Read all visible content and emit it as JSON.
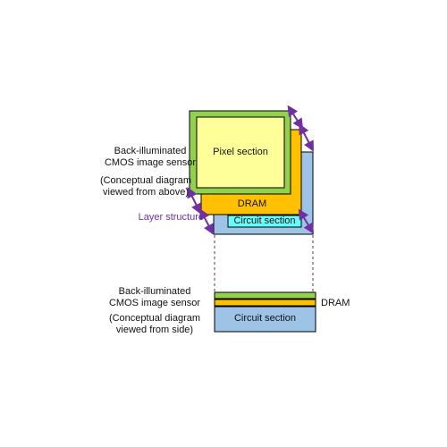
{
  "top_view": {
    "caption_line1": "Back-illuminated",
    "caption_line2": "CMOS image sensor",
    "subcaption_line1": "(Conceptual diagram",
    "subcaption_line2": "viewed from above)",
    "pixel_label": "Pixel section",
    "dram_label": "DRAM",
    "circuit_label": "Circuit section",
    "layer_label": "Layer structure"
  },
  "side_view": {
    "caption_line1": "Back-illuminated",
    "caption_line2": "CMOS image sensor",
    "subcaption_line1": "(Conceptual diagram",
    "subcaption_line2": "viewed from side)",
    "circuit_label": "Circuit section",
    "dram_label": "DRAM"
  },
  "colors": {
    "pixel_green": "#92d050",
    "pixel_yellow": "#ffff99",
    "dram_orange": "#ffc000",
    "circuit_blue": "#9dc3e6",
    "circuit_cyan": "#66ffff",
    "arrow_purple": "#7030a0"
  }
}
